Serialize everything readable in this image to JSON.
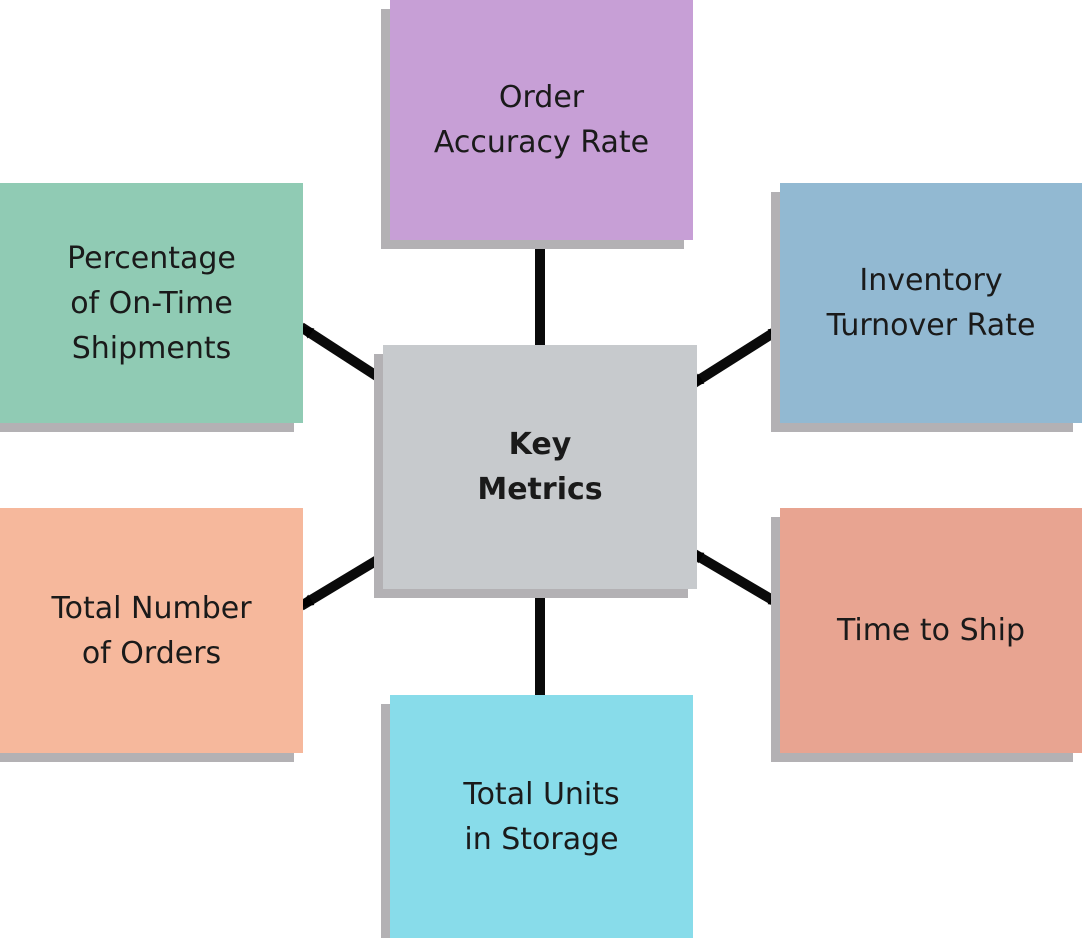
{
  "nodes": {
    "center": {
      "label": "Key\nMetrics",
      "color": "#c7cacd"
    },
    "top": {
      "label": "Order\nAccuracy Rate",
      "color": "#c79fd6"
    },
    "top_left": {
      "label": "Percentage\nof On-Time\nShipments",
      "color": "#90cbb4"
    },
    "top_right": {
      "label": "Inventory\nTurnover Rate",
      "color": "#92b9d2"
    },
    "bottom_left": {
      "label": "Total Number\nof Orders",
      "color": "#f6b89c"
    },
    "bottom_right": {
      "label": "Time to Ship",
      "color": "#e8a491"
    },
    "bottom": {
      "label": "Total Units\nin Storage",
      "color": "#88dcea"
    }
  },
  "connectors": {
    "color": "#0a0a0a",
    "shadow_color": "#b3b1b4"
  }
}
